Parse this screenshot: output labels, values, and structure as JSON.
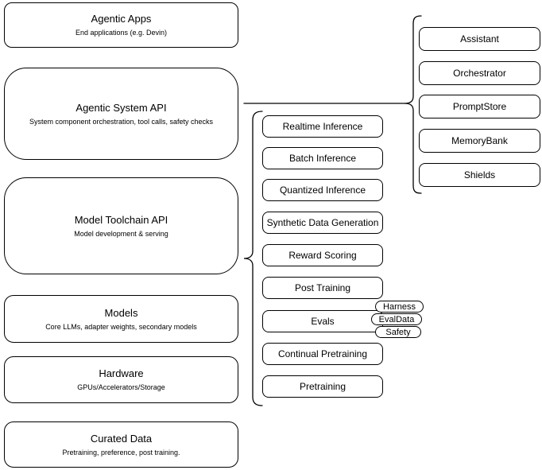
{
  "diagram": {
    "background": "#ffffff",
    "stroke_color": "#000000",
    "node_fill": "#ffffff",
    "text_color": "#000000"
  },
  "stack": {
    "nodes": [
      {
        "title": "Agentic Apps",
        "subtitle": "End applications (e.g. Devin)"
      },
      {
        "title": "Agentic System API",
        "subtitle": "System component orchestration, tool calls, safety checks"
      },
      {
        "title": "Model Toolchain API",
        "subtitle": "Model development & serving"
      },
      {
        "title": "Models",
        "subtitle": "Core LLMs, adapter weights, secondary models"
      },
      {
        "title": "Hardware",
        "subtitle": "GPUs/Accelerators/Storage"
      },
      {
        "title": "Curated Data",
        "subtitle": "Pretraining, preference, post training."
      }
    ]
  },
  "toolchain_group": {
    "items": [
      {
        "label": "Realtime Inference"
      },
      {
        "label": "Batch Inference"
      },
      {
        "label": "Quantized Inference"
      },
      {
        "label": "Synthetic Data Generation"
      },
      {
        "label": "Reward Scoring"
      },
      {
        "label": "Post Training"
      },
      {
        "label": "Evals"
      },
      {
        "label": "Continual Pretraining"
      },
      {
        "label": "Pretraining"
      }
    ]
  },
  "evals_tags": {
    "items": [
      {
        "label": "Harness"
      },
      {
        "label": "EvalData"
      },
      {
        "label": "Safety"
      }
    ]
  },
  "system_group": {
    "items": [
      {
        "label": "Assistant"
      },
      {
        "label": "Orchestrator"
      },
      {
        "label": "PromptStore"
      },
      {
        "label": "MemoryBank"
      },
      {
        "label": "Shields"
      }
    ]
  }
}
